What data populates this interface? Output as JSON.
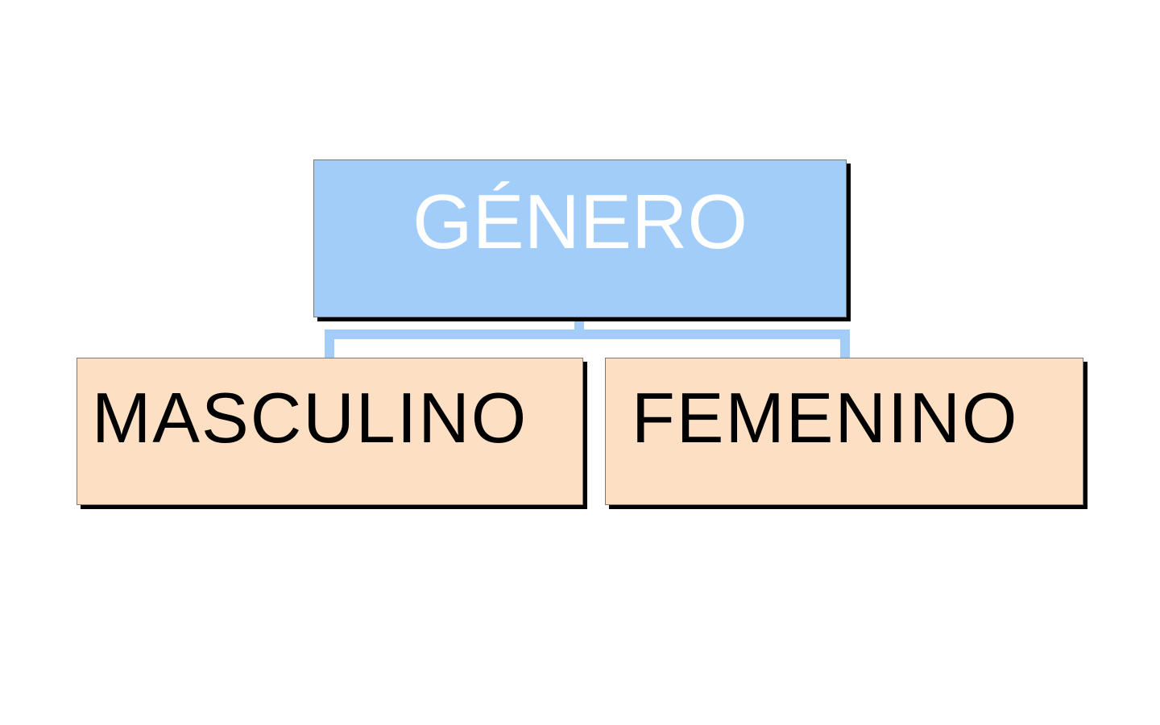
{
  "diagram": {
    "root": {
      "label": "GÉNERO"
    },
    "children": [
      {
        "label": "MASCULINO"
      },
      {
        "label": "FEMENINO"
      }
    ]
  },
  "colors": {
    "root_fill": "#a3cdf9",
    "root_text": "#ffffff",
    "child_fill": "#fde0c4",
    "child_text": "#000000",
    "connector": "#a3cdf9",
    "shadow": "#000000"
  }
}
